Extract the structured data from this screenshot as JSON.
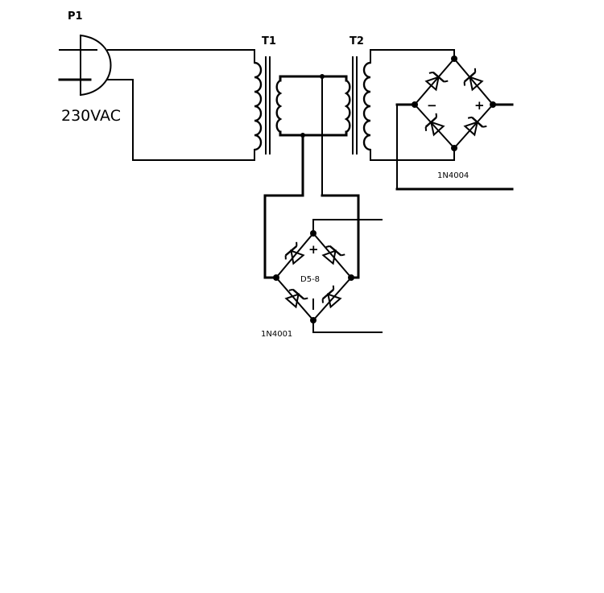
{
  "labels": {
    "plug": "P1",
    "mains": "230VAC",
    "transformer1": "T1",
    "transformer2": "T2",
    "bridge_top_part": "1N4004",
    "bridge_bottom_part": "1N4001",
    "bridge_bottom_name": "D5-8",
    "plus_sign": "+",
    "minus_sign": "−"
  }
}
